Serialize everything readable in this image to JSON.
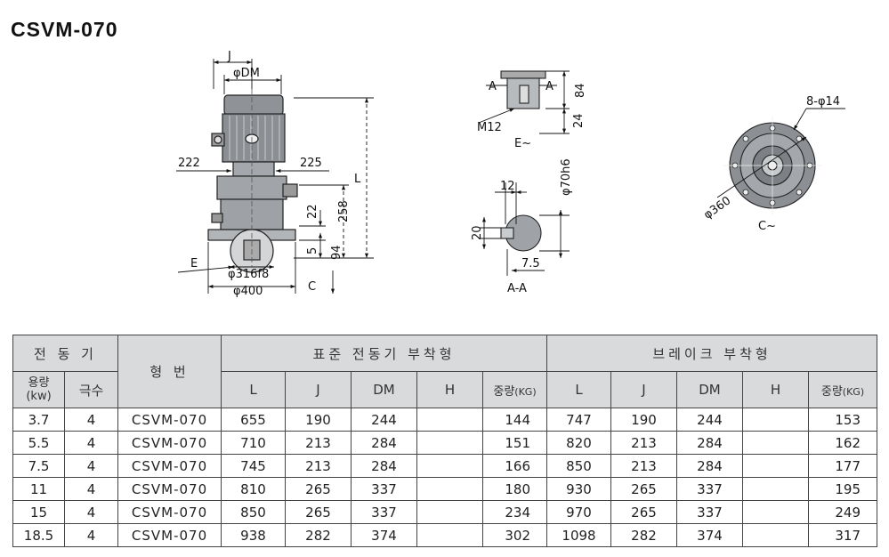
{
  "title": "CSVM-070",
  "drawing": {
    "labels": {
      "J": "J",
      "DM": "φDM",
      "d222": "222",
      "d225": "225",
      "L": "L",
      "d258": "258",
      "d22": "22",
      "d5": "5",
      "d94": "94",
      "E": "E",
      "d316": "φ316f8",
      "d400": "φ400",
      "C": "C",
      "A_left": "A",
      "A_right": "A",
      "d84": "84",
      "d24": "24",
      "M12": "M12",
      "E_view": "E~",
      "d12": "12",
      "d70": "φ70h6",
      "d20": "20",
      "d75": "7.5",
      "AA": "A-A",
      "holes": "8-φ14",
      "d360": "φ360",
      "C_view": "C~"
    }
  },
  "table": {
    "header": {
      "motor": "전 동 기",
      "model": "형 번",
      "standard": "표준 전동기 부착형",
      "brake": "브레이크 부착형",
      "capacity_line1": "용량",
      "capacity_line2": "(kw)",
      "poles": "극수",
      "L": "L",
      "J": "J",
      "DM": "DM",
      "H": "H",
      "weight": "중량",
      "weight_unit": "(KG)"
    },
    "rows": [
      {
        "kw": "3.7",
        "poles": "4",
        "model": "CSVM-070",
        "sL": "655",
        "sJ": "190",
        "sDM": "244",
        "sH": "",
        "sW": "144",
        "bL": "747",
        "bJ": "190",
        "bDM": "244",
        "bH": "",
        "bW": "153"
      },
      {
        "kw": "5.5",
        "poles": "4",
        "model": "CSVM-070",
        "sL": "710",
        "sJ": "213",
        "sDM": "284",
        "sH": "",
        "sW": "151",
        "bL": "820",
        "bJ": "213",
        "bDM": "284",
        "bH": "",
        "bW": "162"
      },
      {
        "kw": "7.5",
        "poles": "4",
        "model": "CSVM-070",
        "sL": "745",
        "sJ": "213",
        "sDM": "284",
        "sH": "",
        "sW": "166",
        "bL": "850",
        "bJ": "213",
        "bDM": "284",
        "bH": "",
        "bW": "177"
      },
      {
        "kw": "11",
        "poles": "4",
        "model": "CSVM-070",
        "sL": "810",
        "sJ": "265",
        "sDM": "337",
        "sH": "",
        "sW": "180",
        "bL": "930",
        "bJ": "265",
        "bDM": "337",
        "bH": "",
        "bW": "195"
      },
      {
        "kw": "15",
        "poles": "4",
        "model": "CSVM-070",
        "sL": "850",
        "sJ": "265",
        "sDM": "337",
        "sH": "",
        "sW": "234",
        "bL": "970",
        "bJ": "265",
        "bDM": "337",
        "bH": "",
        "bW": "249"
      },
      {
        "kw": "18.5",
        "poles": "4",
        "model": "CSVM-070",
        "sL": "938",
        "sJ": "282",
        "sDM": "374",
        "sH": "",
        "sW": "302",
        "bL": "1098",
        "bJ": "282",
        "bDM": "374",
        "bH": "",
        "bW": "317"
      }
    ]
  }
}
